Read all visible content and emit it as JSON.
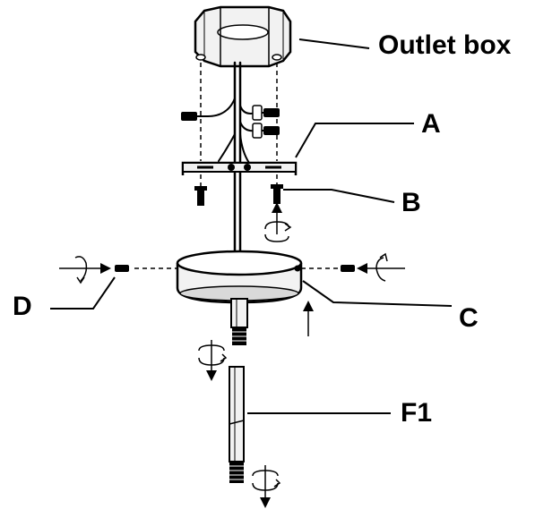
{
  "labels": {
    "outlet_box": "Outlet box",
    "a": "A",
    "b": "B",
    "c": "C",
    "d": "D",
    "f1": "F1"
  },
  "colors": {
    "line": "#000000",
    "fill_light": "#f2f2f2",
    "fill_mid": "#d9d9d9",
    "background": "#ffffff"
  }
}
